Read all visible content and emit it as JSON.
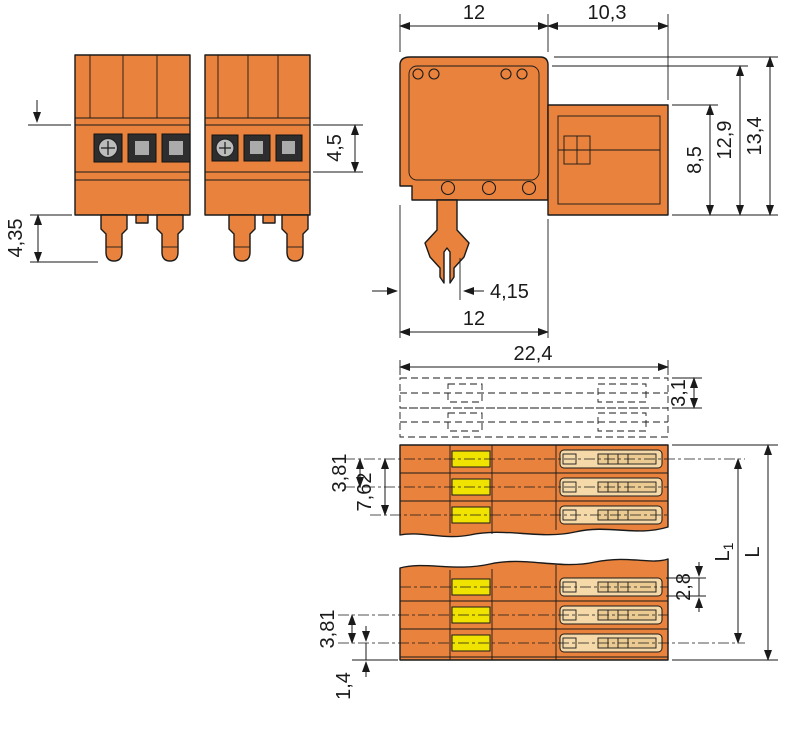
{
  "drawing": {
    "front": {
      "dim_contact_height": "4,5",
      "dim_pin_length": "4,35"
    },
    "side": {
      "dim_width_top": "12",
      "dim_ext_width": "10,3",
      "dim_ext_height": "8,5",
      "dim_height_inner": "12,9",
      "dim_height_total": "13,4",
      "dim_foot_offset": "4,15",
      "dim_width_bottom": "12"
    },
    "strip": {
      "dim_total_width": "22,4",
      "dim_pin_tip": "3,1",
      "dim_pitch": "3,81",
      "dim_pitch_double": "7,62",
      "dim_contact_slot": "2,8",
      "dim_pitch_end": "3,81",
      "dim_end_offset": "1,4",
      "dim_l1_main": "L",
      "dim_l1_sub": "1",
      "dim_l_total": "L"
    },
    "colors": {
      "housing": "#e8823c",
      "contact_yellow": "#f0e300",
      "socket_tan": "#f5d9a8",
      "socket_inner": "#eccb92",
      "line": "#1a1a1a"
    }
  }
}
